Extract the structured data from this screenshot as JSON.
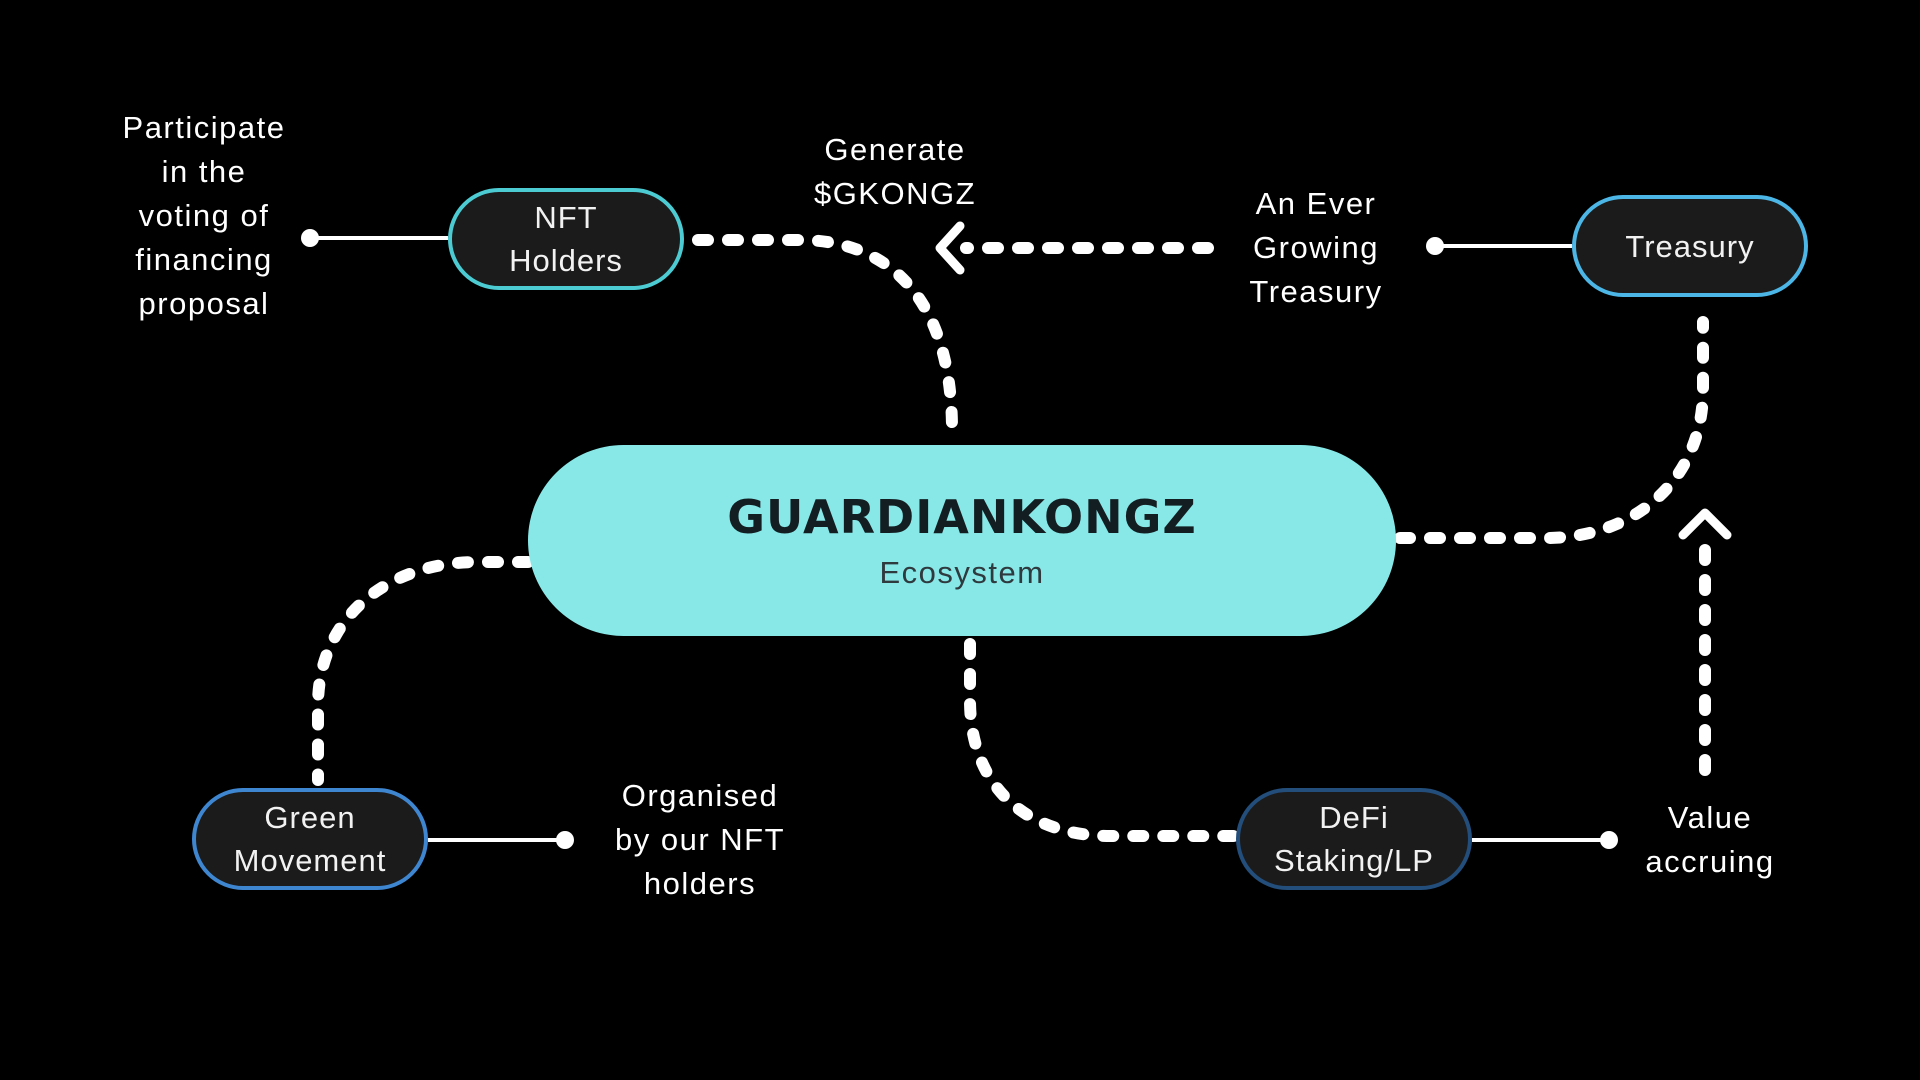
{
  "colors": {
    "background": "#000000",
    "hub_fill": "#88e8e8",
    "node_fill": "#1b1b1b",
    "nft_holders_border": "#4ccbd3",
    "treasury_border": "#4cb6e6",
    "green_movement_border": "#3f86d1",
    "defi_border": "#234d7a",
    "connector": "#ffffff"
  },
  "hub": {
    "title": "GUARDIANKONGZ",
    "subtitle": "Ecosystem"
  },
  "nodes": {
    "nft_holders": {
      "line1": "NFT",
      "line2": "Holders"
    },
    "treasury": {
      "line1": "Treasury"
    },
    "green_movement": {
      "line1": "Green",
      "line2": "Movement"
    },
    "defi": {
      "line1": "DeFi",
      "line2": "Staking/LP"
    }
  },
  "labels": {
    "voting": [
      "Participate",
      "in the",
      "voting of",
      "financing",
      "proposal"
    ],
    "generate": [
      "Generate",
      "$GKONGZ"
    ],
    "ever_growing": [
      "An Ever",
      "Growing",
      "Treasury"
    ],
    "organised": [
      "Organised",
      "by our NFT",
      "holders"
    ],
    "value": [
      "Value",
      "accruing"
    ]
  },
  "icons": {
    "left_arrow": "chevron-left-icon",
    "up_arrow": "chevron-up-icon"
  }
}
